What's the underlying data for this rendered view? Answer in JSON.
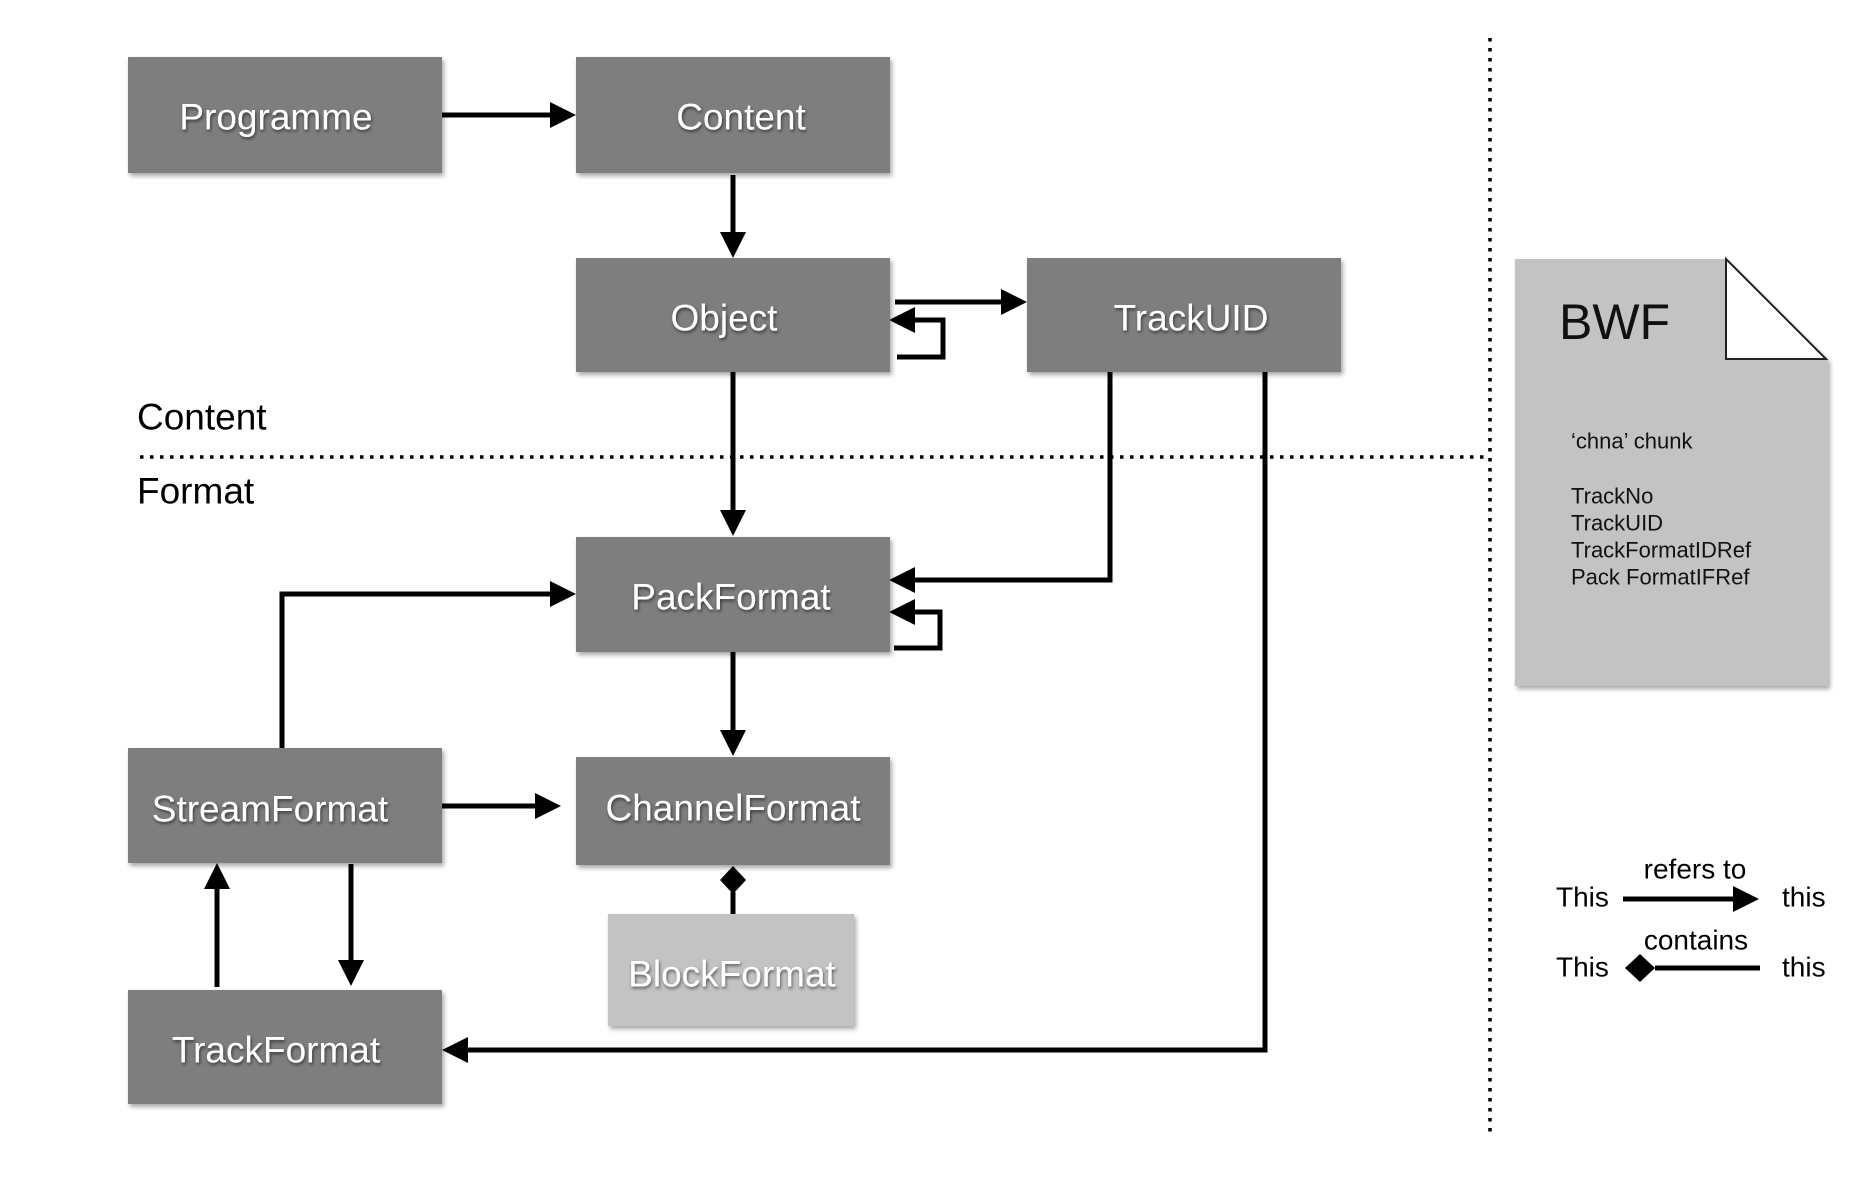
{
  "nodes": {
    "programme": "Programme",
    "content": "Content",
    "object": "Object",
    "track_uid": "TrackUID",
    "pack_format": "PackFormat",
    "stream_format": "StreamFormat",
    "channel_format": "ChannelFormat",
    "block_format": "BlockFormat",
    "track_format": "TrackFormat"
  },
  "sections": {
    "content_label": "Content",
    "format_label": "Format"
  },
  "bwf": {
    "title": "BWF",
    "chunk_label": "‘chna’ chunk",
    "fields": [
      "TrackNo",
      "TrackUID",
      "TrackFormatIDRef",
      "Pack FormatIFRef"
    ]
  },
  "legend": {
    "refers": {
      "from": "This",
      "caption": "refers to",
      "to": "this"
    },
    "contains": {
      "from": "This",
      "caption": "contains",
      "to": "this"
    }
  },
  "colors": {
    "node": "#7e7e7e",
    "node_light": "#c3c3c3",
    "document": "#c3c3c3",
    "line": "#000000"
  }
}
